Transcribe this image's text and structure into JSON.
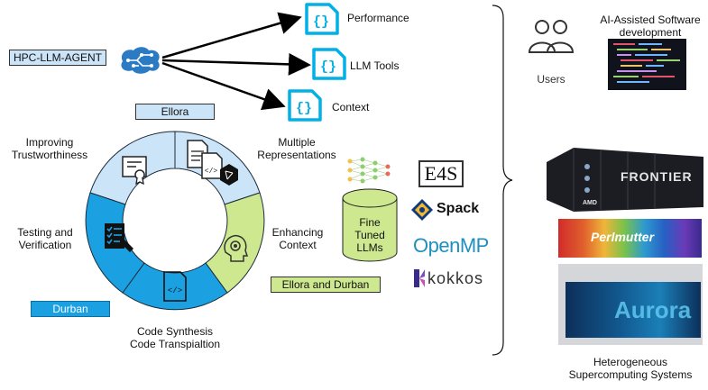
{
  "agent": {
    "label": "HPC-LLM-AGENT"
  },
  "outputs": [
    {
      "label": "Performance"
    },
    {
      "label": "LLM Tools"
    },
    {
      "label": "Context"
    }
  ],
  "ring": {
    "top_tag": "Ellora",
    "segments": [
      {
        "label": "Improving\nTrustworthiness"
      },
      {
        "label": "Multiple\nRepresentations"
      },
      {
        "label": "Enhancing\nContext"
      },
      {
        "label": "Code Synthesis\nCode Transpialtion"
      },
      {
        "label": "Testing and\nVerification"
      }
    ],
    "durban_tag": "Durban",
    "ellora_durban_tag": "Ellora and Durban"
  },
  "llm": {
    "cylinder_label": "Fine\nTuned\nLLMs"
  },
  "tools": [
    {
      "label": "E4S"
    },
    {
      "label": "Spack"
    },
    {
      "label": "OpenMP"
    },
    {
      "label": "kokkos"
    }
  ],
  "right": {
    "users_label": "Users",
    "ai_label": "AI-Assisted Software\ndevelopment",
    "frontier_label": "FRONTIER",
    "perlmutter_label": "Perlmutter",
    "aurora_label": "Aurora",
    "systems_label": "Heterogeneous\nSupercomputing Systems"
  },
  "colors": {
    "light_blue": "#cce4f7",
    "mid_blue": "#1ba1e2",
    "light_green": "#cde88f",
    "cyan_icon": "#00b0e6"
  }
}
